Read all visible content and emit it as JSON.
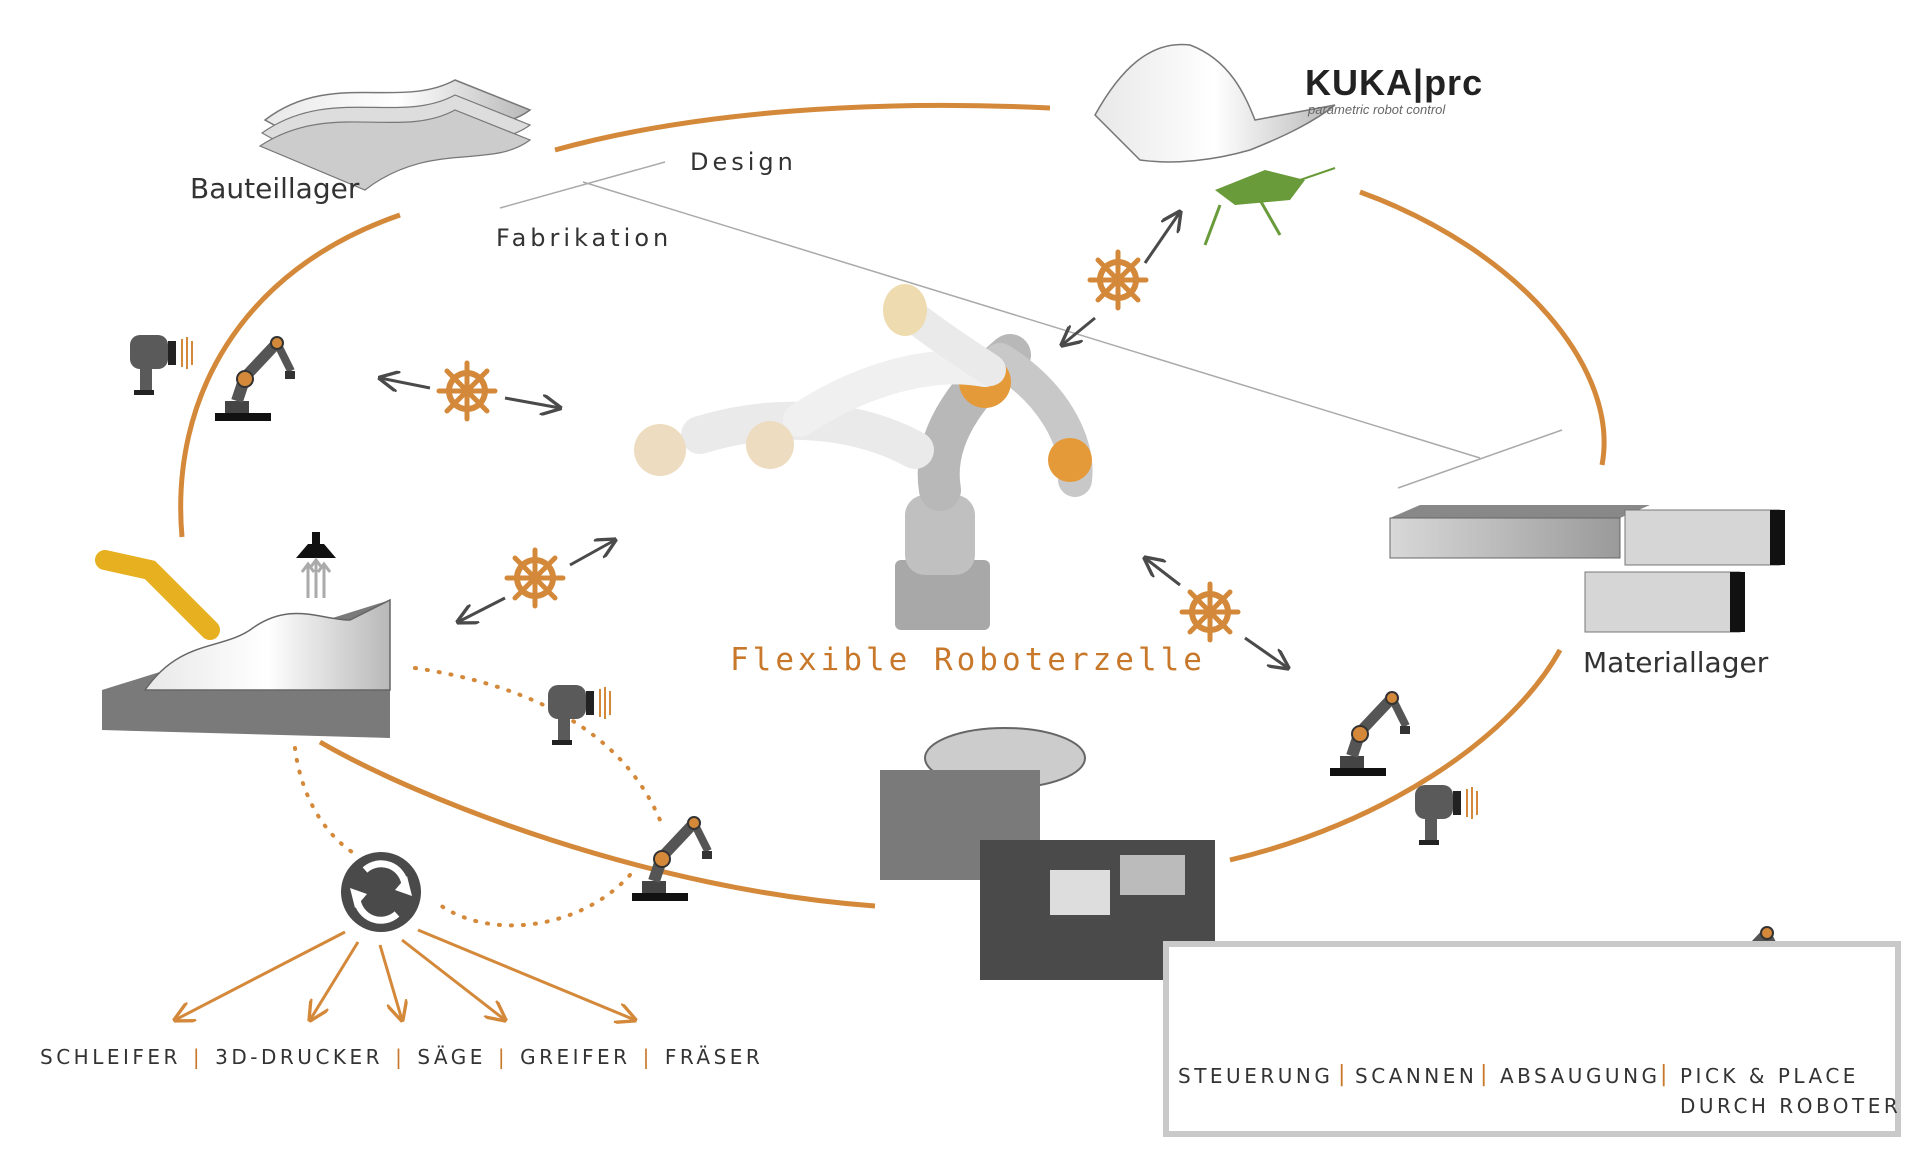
{
  "stations": {
    "bauteillager": "Bauteillager",
    "materiallager": "Materiallager",
    "center": "Flexible Roboterzelle"
  },
  "phases": {
    "design": "Design",
    "fabrikation": "Fabrikation"
  },
  "logo": {
    "brand": "KUKA|prc",
    "tagline": "parametric robot control"
  },
  "tools": {
    "items": [
      "SCHLEIFER",
      "3D-DRUCKER",
      "SÄGE",
      "GREIFER",
      "FRÄSER"
    ]
  },
  "legend": {
    "steuerung": "STEUERUNG",
    "scannen": "SCANNEN",
    "absaugung": "ABSAUGUNG",
    "pick_line1": "PICK & PLACE",
    "pick_line2": "DURCH ROBOTER",
    "separator": "|"
  },
  "colors": {
    "accent": "#d4893a",
    "dark": "#3a3a3a",
    "grey": "#9a9a9a"
  }
}
